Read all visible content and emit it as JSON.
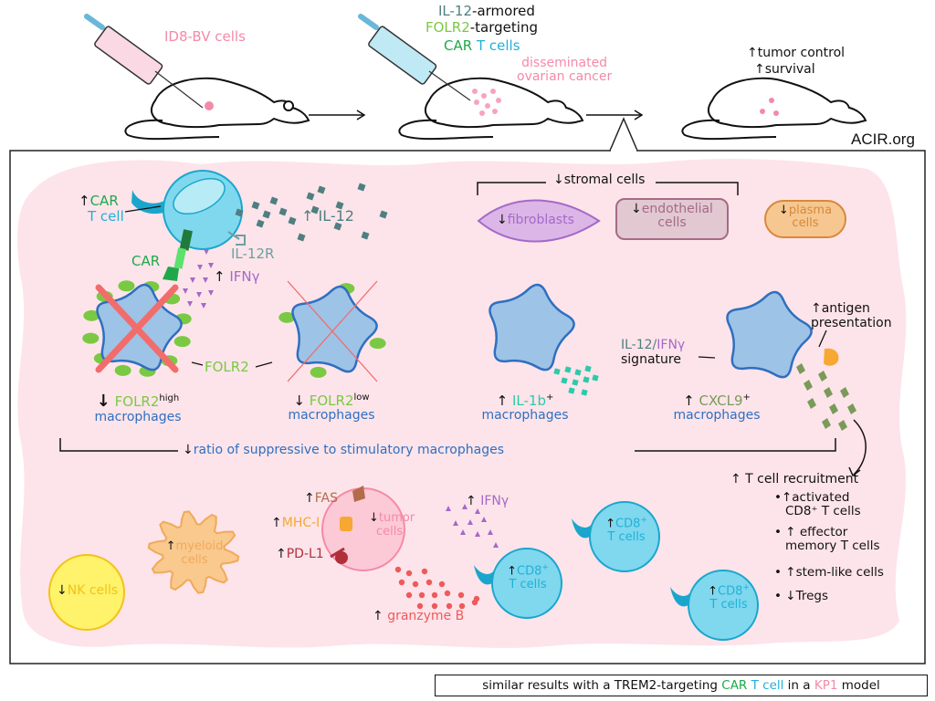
{
  "credit": "ACIR.org",
  "top_row": {
    "mouse1": {
      "syringe_label": "ID8-BV cells"
    },
    "mouse2": {
      "syringe_label_line1_a": "IL-12",
      "syringe_label_line1_b": "-armored",
      "syringe_label_line2_a": "FOLR2",
      "syringe_label_line2_b": "-targeting",
      "syringe_label_line3_a": "CAR",
      "syringe_label_line3_b": "T cells",
      "tumor_label_line1": "disseminated",
      "tumor_label_line2": "ovarian cancer"
    },
    "mouse3": {
      "outcome_line1": "↑tumor control",
      "outcome_line2": "↑survival"
    }
  },
  "car_t": {
    "label_arrow": "↑",
    "label_car": "CAR",
    "label_tcell": "T cell",
    "car_label": "CAR",
    "il12_label": "↑ IL-12",
    "il12r_label": "IL-12R",
    "ifng_label_arrow": "↑",
    "ifng_label": "IFNγ"
  },
  "stromal": {
    "title": "↓stromal cells",
    "fibroblasts_arrow": "↓",
    "fibroblasts": "fibroblasts",
    "endothelial_arrow": "↓",
    "endothelial_line1": "endothelial",
    "endothelial_line2": "cells",
    "plasma_arrow": "↓",
    "plasma_line1": "plasma",
    "plasma_line2": "cells"
  },
  "macrophages": {
    "folr2_pointer": "FOLR2",
    "items": [
      {
        "arrow": "↓",
        "marker": "FOLR2",
        "sup": "high",
        "name": "macrophages"
      },
      {
        "arrow": "↓",
        "marker": "FOLR2",
        "sup": "low",
        "name": "macrophages"
      },
      {
        "arrow": "↑",
        "marker": "IL-1b",
        "sup": "+",
        "name": "macrophages"
      },
      {
        "arrow": "↑",
        "marker": "CXCL9",
        "sup": "+",
        "name": "macrophages"
      }
    ],
    "signature_a": "IL-12/",
    "signature_b": "IFNγ",
    "signature_c": "signature",
    "antigen_line1": "↑antigen",
    "antigen_line2": "presentation",
    "ratio_arrow": "↓",
    "ratio_text": "ratio of suppressive to stimulatory macrophages"
  },
  "bottom": {
    "nk_arrow": "↓",
    "nk_label": "NK cells",
    "myeloid_arrow": "↑",
    "myeloid_line1": "myeloid",
    "myeloid_line2": "cells",
    "fas_arrow": "↑",
    "fas": "FAS",
    "mhc_arrow": "↑",
    "mhc": "MHC-I",
    "pdl1_arrow": "↑",
    "pdl1": "PD-L1",
    "tumor_arrow": "↓",
    "tumor_line1": "tumor",
    "tumor_line2": "cells",
    "ifng_arrow": "↑",
    "ifng": "IFNγ",
    "granzyme_arrow": "↑",
    "granzyme": "granzyme B",
    "cd8_cells": [
      {
        "arrow": "↑",
        "line1": "CD8",
        "sup": "+",
        "line2": "T cells"
      },
      {
        "arrow": "↑",
        "line1": "CD8",
        "sup": "+",
        "line2": "T cells"
      },
      {
        "arrow": "↑",
        "line1": "CD8",
        "sup": "+",
        "line2": "T cells"
      }
    ],
    "recruitment_title": "↑ T cell recruitment",
    "recruitment_items": [
      {
        "line1": "•↑activated",
        "line2": "CD8⁺ T cells"
      },
      {
        "line1": "• ↑ effector",
        "line2": "memory T cells"
      },
      {
        "line1": "• ↑stem-like cells",
        "line2": ""
      },
      {
        "line1": "• ↓Tregs",
        "line2": ""
      }
    ]
  },
  "footer": {
    "part1": "similar results with a TREM2-targeting ",
    "car": "CAR",
    "tcell": " T cell",
    "part2": " in a ",
    "kp1": "KP1",
    "part3": "  model"
  },
  "colors": {
    "background_blob": "#fde4ea",
    "macrophage_fill": "#9dc3e6",
    "macrophage_stroke": "#2f6fc0",
    "tcell_fill": "#7fd8ee",
    "tcell_stroke": "#1aa6cc",
    "folr2": "#7ac943",
    "il12": "#4f7f80",
    "ifng": "#a469c9",
    "tumor": "#f7b6c8",
    "granzyme": "#ee5a5a",
    "cxcl9": "#7a9a5a",
    "il1b": "#2ec9a8"
  }
}
